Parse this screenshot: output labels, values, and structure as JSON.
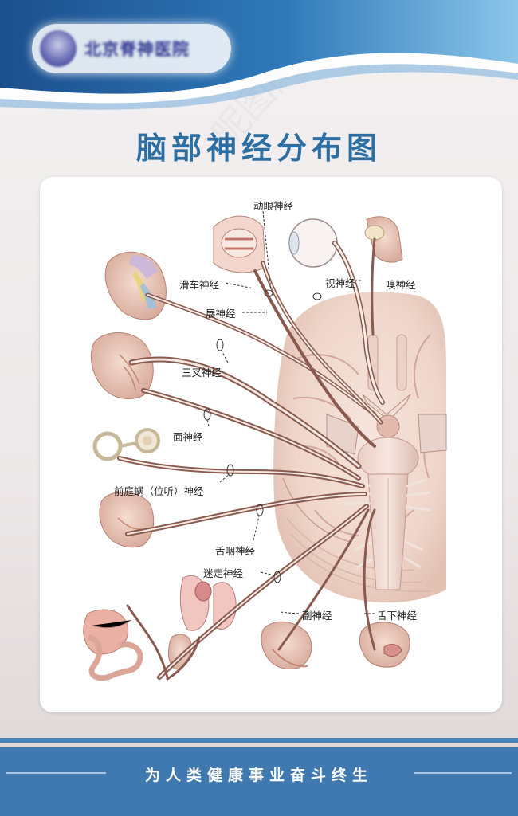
{
  "header": {
    "logo_text": "北京脊神医院"
  },
  "title": "脑部神经分布图",
  "labels": {
    "oculomotor": "动眼神经",
    "trochlear": "滑车神经",
    "abducens": "展神经",
    "optic": "视神经",
    "olfactory": "嗅神经",
    "trigeminal": "三叉神经",
    "facial": "面神经",
    "vestibulocochlear": "前庭蜗（位听）神经",
    "glossopharyngeal": "舌咽神经",
    "vagus": "迷走神经",
    "accessory": "副神经",
    "hypoglossal": "舌下神经"
  },
  "footer": {
    "slogan": "为人类健康事业奋斗终生"
  },
  "colors": {
    "title": "#2d6fa2",
    "header_blue": "#1f5c9a",
    "footer_blue": "#3f79b0",
    "nerve": "#8a5a4e"
  }
}
